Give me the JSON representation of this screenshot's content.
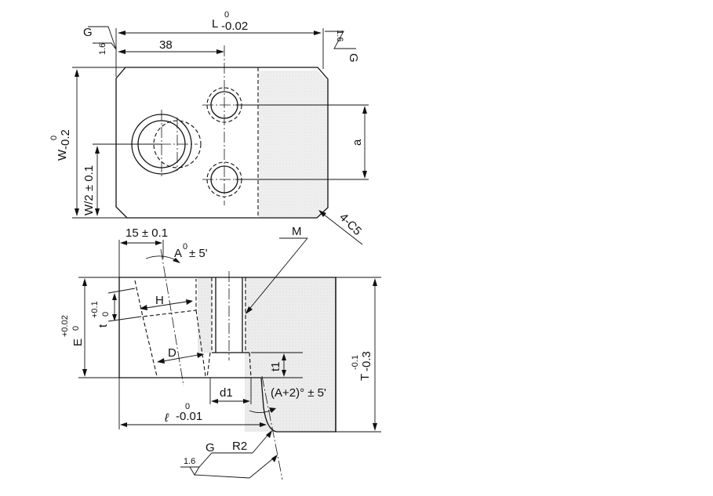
{
  "colors": {
    "line": "#111111",
    "shade": "#d9d9d9",
    "background": "#ffffff"
  },
  "top_view": {
    "length_dim": {
      "symbol": "L",
      "upper": "0",
      "lower": "-0.02"
    },
    "offset_dim": "38",
    "width_dim": {
      "symbol": "W",
      "upper": "0",
      "lower": "-0.2"
    },
    "half_width_dim": "W/2 ± 0.1",
    "hole_pitch_dim": "a",
    "chamfer_note": "4-C5",
    "finish_left": {
      "roughness": "1.6",
      "grade": "G"
    },
    "finish_right": {
      "roughness": "1.6",
      "grade": "G"
    }
  },
  "side_view": {
    "offset_dim": "15 ± 0.1",
    "angle_dim": {
      "symbol": "A",
      "deg": "0",
      "tol": "± 5'"
    },
    "m_label": "M",
    "h_label": "H",
    "d_label": "D",
    "t_dim": {
      "symbol": "t",
      "upper": "+0.1",
      "lower": "0"
    },
    "e_dim": {
      "symbol": "E",
      "upper": "+0.02",
      "lower": "0"
    },
    "t1_label": "t1",
    "d1_label": "d1",
    "angle2_dim": "(A+2)° ± 5'",
    "ell_dim": {
      "symbol": "ℓ",
      "upper": "0",
      "lower": "-0.01"
    },
    "t_total_dim": {
      "symbol": "T",
      "upper": "-0.1",
      "lower": "-0.3"
    },
    "radius_label": "R2",
    "finish_bottom": {
      "roughness": "1.6",
      "grade": "G"
    }
  }
}
